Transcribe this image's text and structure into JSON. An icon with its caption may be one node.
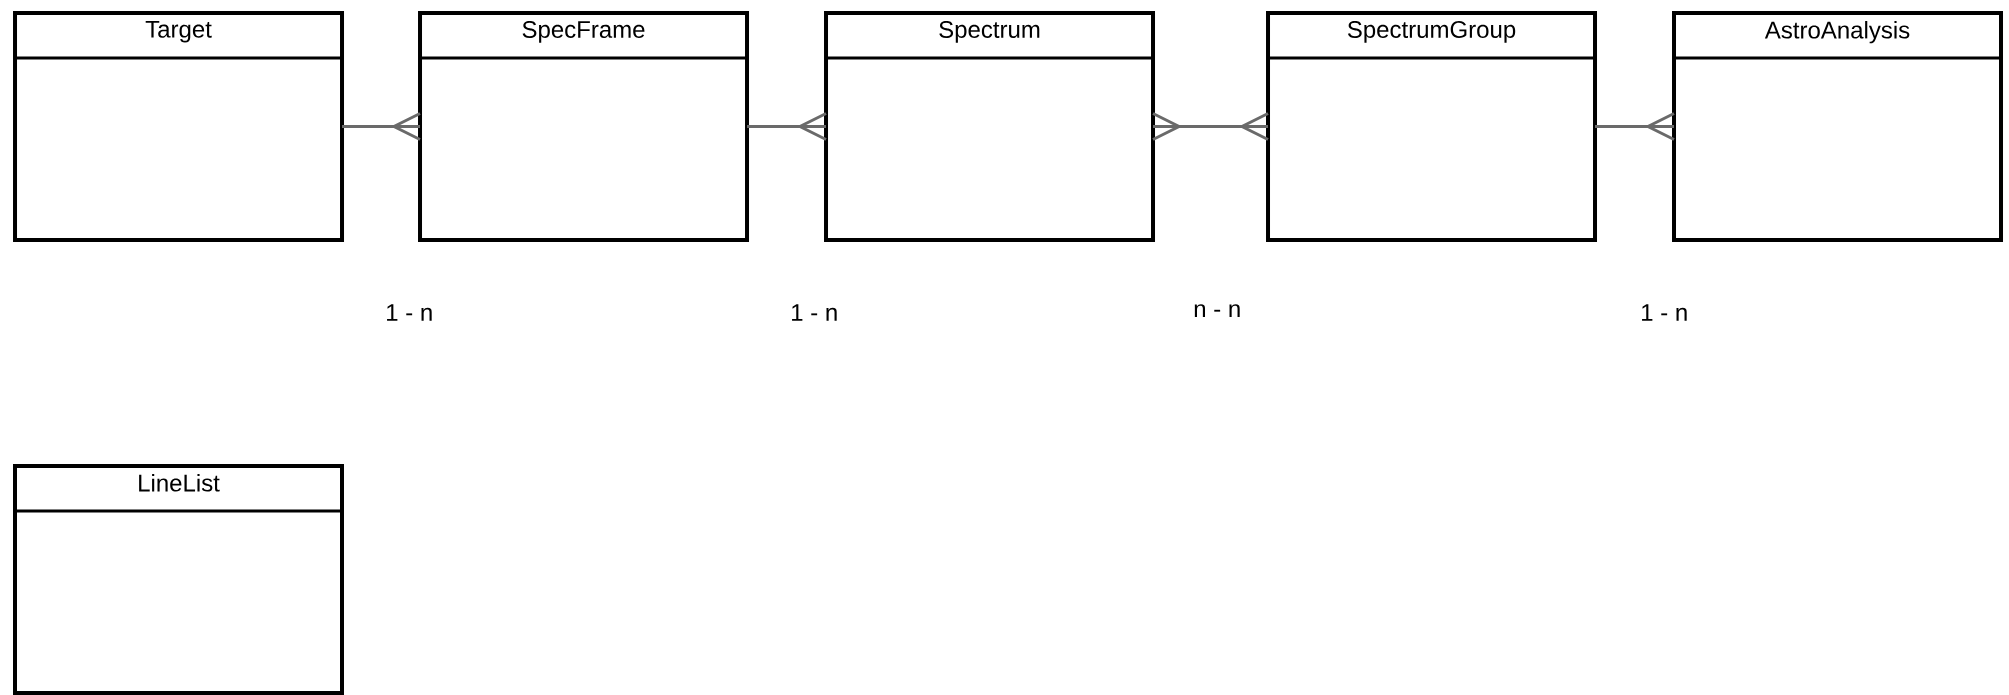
{
  "diagram": {
    "nodes": [
      {
        "text": [
          "Target"
        ]
      },
      {
        "text": [
          "SpecFrame"
        ]
      },
      {
        "text": [
          "Spectrum"
        ]
      },
      {
        "text": [
          "SpectrumGroup"
        ]
      },
      {
        "text": [
          "AstroAnalysis"
        ]
      },
      {
        "text": [
          "LineList"
        ]
      }
    ],
    "edges": [
      {
        "from": 0,
        "to": 1,
        "arrow": "other"
      },
      {
        "from": 1,
        "to": 2,
        "arrow": "other"
      },
      {
        "from": 2,
        "to": 3,
        "arrow": "other"
      },
      {
        "from": 3,
        "to": 4,
        "arrow": "other"
      }
    ],
    "labels": [
      "1 - n",
      "1 - n",
      "n - n",
      "1 - n"
    ]
  }
}
